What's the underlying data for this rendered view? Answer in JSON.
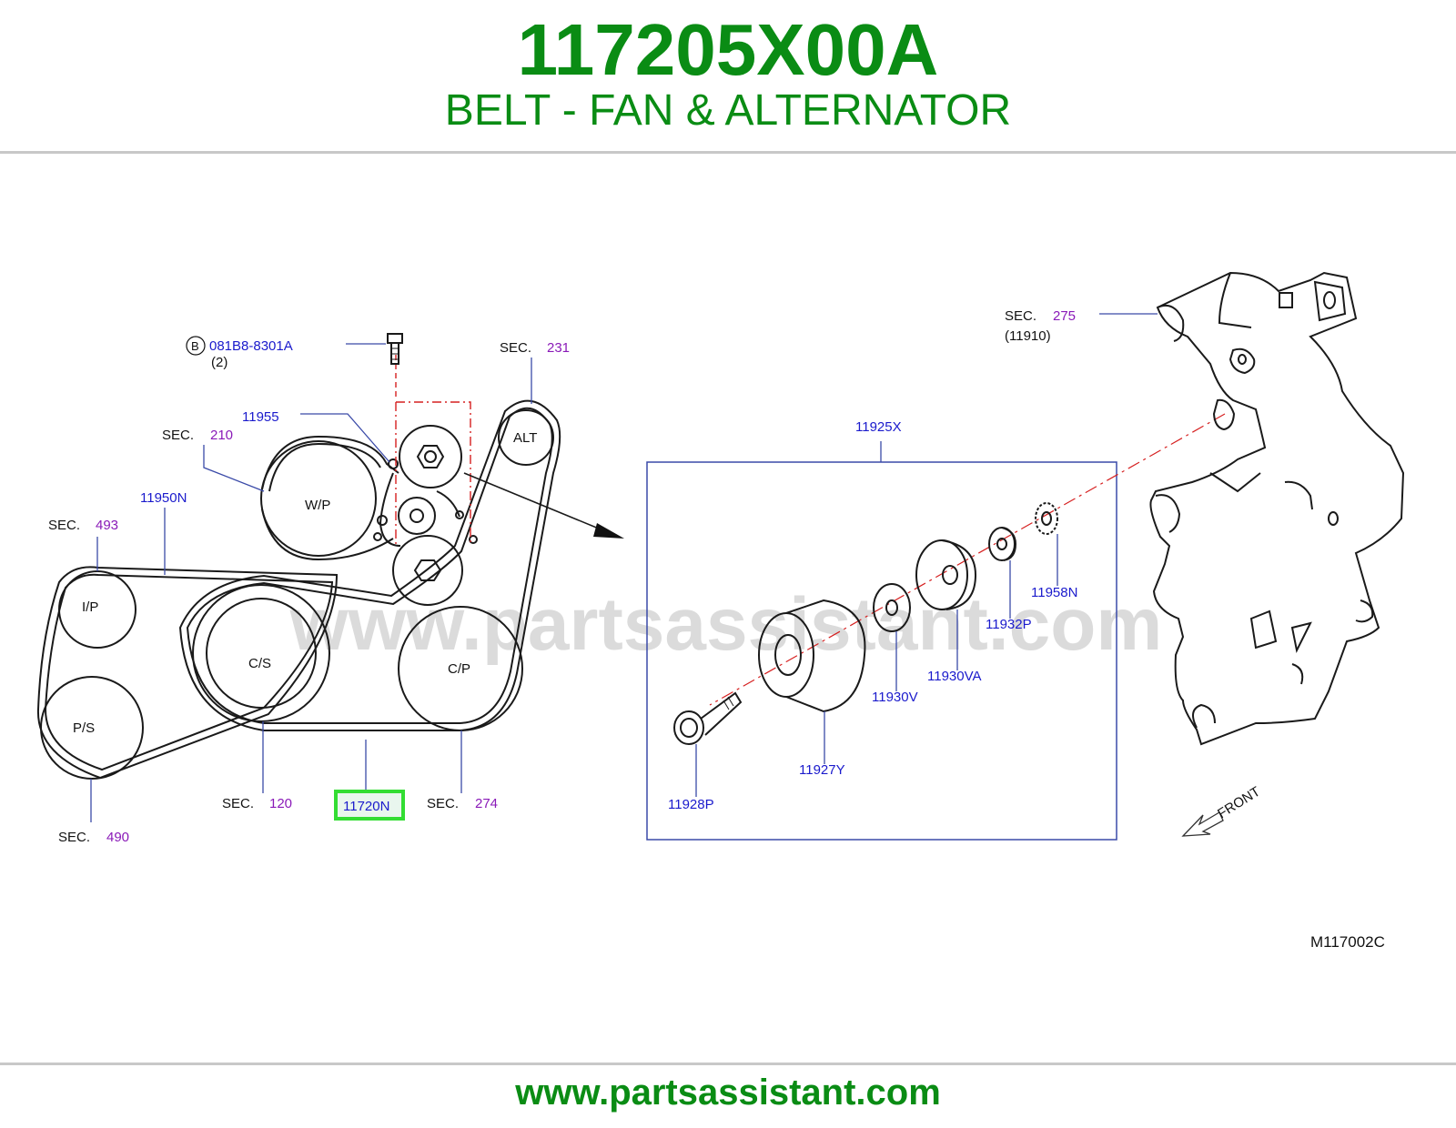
{
  "header": {
    "part_number": "117205X00A",
    "title": "BELT - FAN & ALTERNATOR"
  },
  "footer": {
    "url": "www.partsassistant.com"
  },
  "watermark": "www.partsassistant.com",
  "diagram": {
    "drawing_id": "M117002C",
    "front_label": "FRONT",
    "sec_prefix": "SEC.",
    "colors": {
      "brand_green": "#0a8c14",
      "part_blue": "#1a1acc",
      "sec_purple": "#8a1ab8",
      "highlight": "#33dd33"
    },
    "bolt_callout": {
      "badge": "B",
      "part": "081B8-8301A",
      "qty": "(2)"
    },
    "sections": {
      "s231": "231",
      "s210": "210",
      "s493": "493",
      "s120": "120",
      "s274": "274",
      "s490": "490",
      "s275": "275",
      "s275_sub": "(11910)"
    },
    "pulleys": {
      "alt": "ALT",
      "wp": "W/P",
      "ip": "I/P",
      "cs": "C/S",
      "ps": "P/S",
      "cp": "C/P"
    },
    "parts": {
      "p11955": "11955",
      "p11950N": "11950N",
      "p11720N": "11720N",
      "p11925X": "11925X",
      "p11958N": "11958N",
      "p11932P": "11932P",
      "p11930VA": "11930VA",
      "p11930V": "11930V",
      "p11927Y": "11927Y",
      "p11928P": "11928P"
    },
    "highlighted_part": "11720N"
  }
}
